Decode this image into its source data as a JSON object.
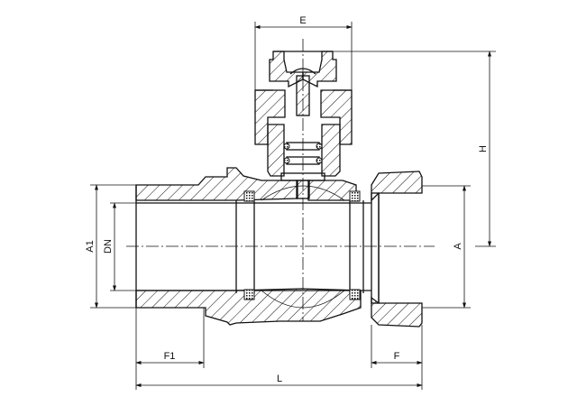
{
  "drawing": {
    "title": "Ball valve cross-section",
    "dimensions": {
      "E": "E",
      "H": "H",
      "A": "A",
      "A1": "A1",
      "DN": "DN",
      "F1": "F1",
      "F": "F",
      "L": "L"
    }
  }
}
